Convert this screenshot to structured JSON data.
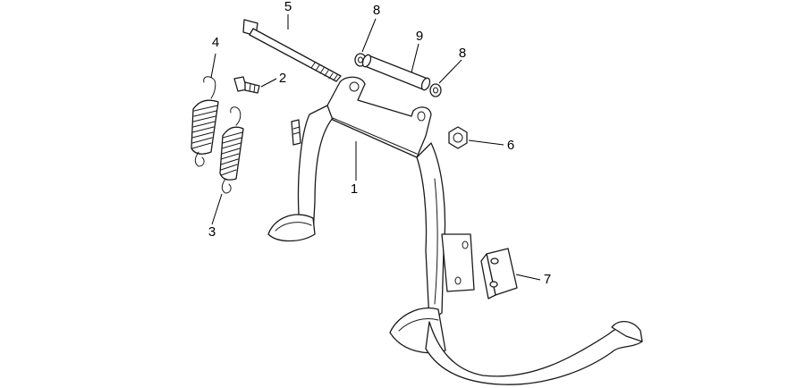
{
  "callouts": [
    {
      "id": "1",
      "text": "1"
    },
    {
      "id": "2",
      "text": "2"
    },
    {
      "id": "3",
      "text": "3"
    },
    {
      "id": "4",
      "text": "4"
    },
    {
      "id": "5",
      "text": "5"
    },
    {
      "id": "6",
      "text": "6"
    },
    {
      "id": "7",
      "text": "7"
    },
    {
      "id": "8a",
      "text": "8"
    },
    {
      "id": "8b",
      "text": "8"
    },
    {
      "id": "9",
      "text": "9"
    }
  ],
  "colors": {
    "line": "#1a1a1a",
    "background": "#ffffff"
  }
}
